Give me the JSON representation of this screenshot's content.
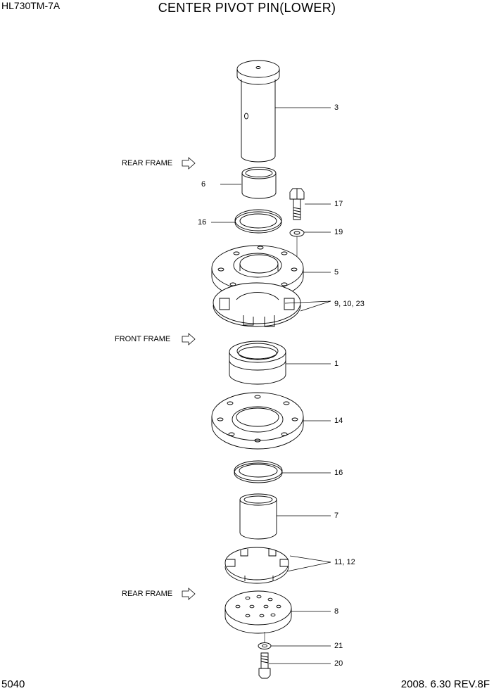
{
  "header": {
    "model": "HL730TM-7A",
    "title": "CENTER PIVOT PIN(LOWER)"
  },
  "footer": {
    "page_number": "5040",
    "date_revision": "2008. 6.30  REV.8F"
  },
  "frame_labels": {
    "rear_frame_top": "REAR FRAME",
    "front_frame": "FRONT FRAME",
    "rear_frame_bottom": "REAR FRAME"
  },
  "callouts": {
    "pin": "3",
    "bushing_upper": "6",
    "bolt_upper": "17",
    "seal_upper": "16",
    "washer_upper": "19",
    "housing": "5",
    "shims_upper": "9, 10, 23",
    "bearing": "1",
    "retainer": "14",
    "seal_lower": "16",
    "bushing_lower": "7",
    "shims_lower": "11, 12",
    "cap": "8",
    "washer_lower": "21",
    "bolt_lower": "20"
  }
}
